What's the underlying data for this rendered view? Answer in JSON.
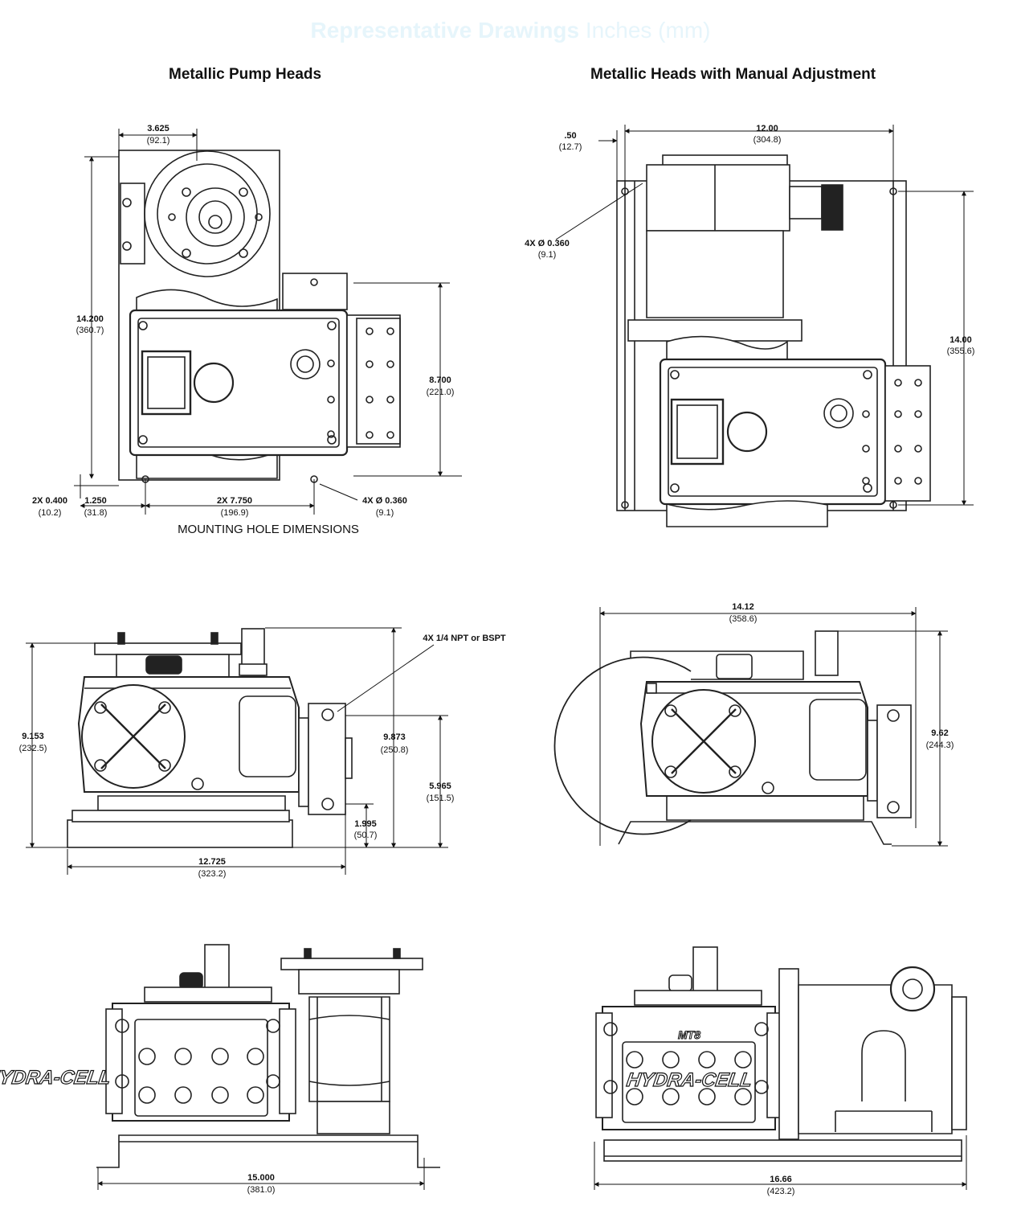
{
  "page": {
    "title_bold": "Representative Drawings",
    "title_unit": " Inches (mm)"
  },
  "left_heading": "Metallic Pump Heads",
  "right_heading": "Metallic Heads with Manual Adjustment",
  "mounting_caption": "MOUNTING HOLE DIMENSIONS",
  "dimensions": {
    "top_left": {
      "w_3625": {
        "main": "3.625",
        "sub": "(92.1)"
      },
      "h_14200": {
        "main": "14.200",
        "sub": "(360.7)"
      },
      "h_8700": {
        "main": "8.700",
        "sub": "(221.0)"
      },
      "x_0400": {
        "main": "2X 0.400",
        "sub": "(10.2)"
      },
      "x_1250": {
        "main": "1.250",
        "sub": "(31.8)"
      },
      "x_7750": {
        "main": "2X 7.750",
        "sub": "(196.9)"
      },
      "hole": {
        "main": "4X Ø 0.360",
        "sub": "(9.1)"
      }
    },
    "top_right": {
      "w_050": {
        "main": ".50",
        "sub": "(12.7)"
      },
      "w_1200": {
        "main": "12.00",
        "sub": "(304.8)"
      },
      "hole": {
        "main": "4X Ø 0.360",
        "sub": "(9.1)"
      },
      "h_1400": {
        "main": "14.00",
        "sub": "(355.6)"
      }
    },
    "mid_left": {
      "port_note": "4X 1/4 NPT or BSPT",
      "h_9153": {
        "main": "9.153",
        "sub": "(232.5)"
      },
      "h_9873": {
        "main": "9.873",
        "sub": "(250.8)"
      },
      "h_5965": {
        "main": "5.965",
        "sub": "(151.5)"
      },
      "h_1995": {
        "main": "1.995",
        "sub": "(50.7)"
      },
      "w_12725": {
        "main": "12.725",
        "sub": "(323.2)"
      }
    },
    "mid_right": {
      "w_1412": {
        "main": "14.12",
        "sub": "(358.6)"
      },
      "h_962": {
        "main": "9.62",
        "sub": "(244.3)"
      }
    },
    "bot_left": {
      "w_15000": {
        "main": "15.000",
        "sub": "(381.0)"
      }
    },
    "bot_right": {
      "w_1666": {
        "main": "16.66",
        "sub": "(423.2)"
      }
    }
  },
  "brand": {
    "name": "HYDRA-CELL",
    "model": "MT8"
  }
}
